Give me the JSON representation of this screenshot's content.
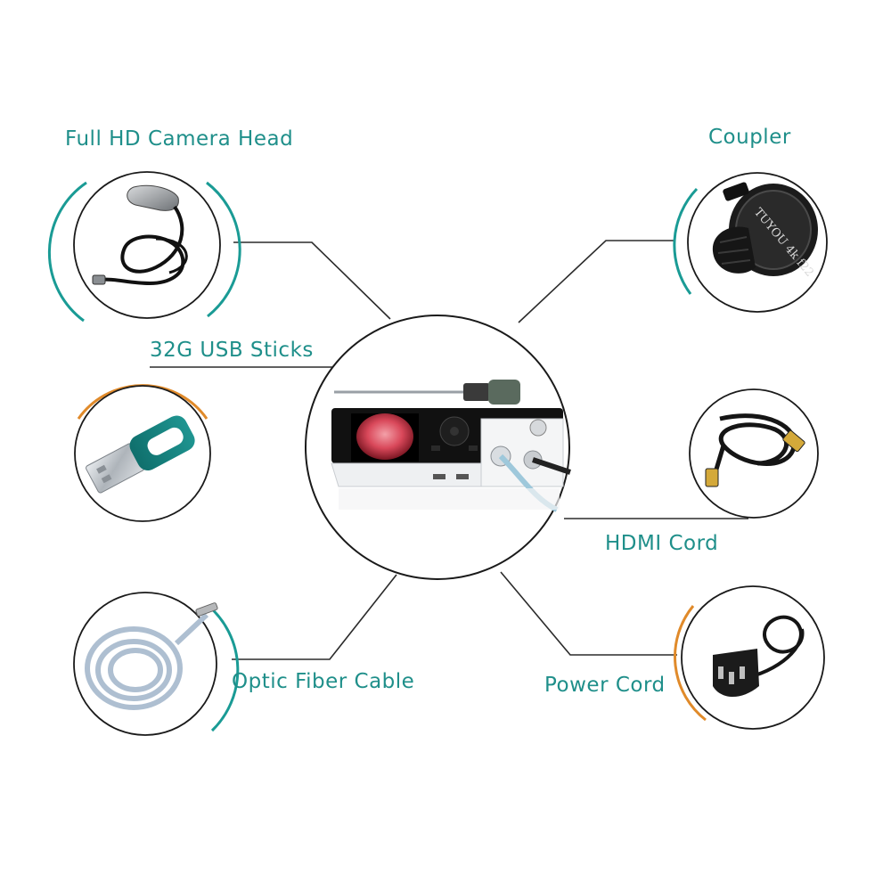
{
  "labels": {
    "camera_head": "Full HD Camera Head",
    "coupler": "Coupler",
    "usb_sticks": "32G USB Sticks",
    "hdmi_cord": "HDMI Cord",
    "optic_fiber_cable": "Optic Fiber Cable",
    "power_cord": "Power Cord"
  },
  "coupler_engraving": "TUYOU 4k f22",
  "colors": {
    "label_text": "#1f8f8a",
    "connector_line": "#2b2b2b",
    "circle_border": "#1a1a1a",
    "accent_teal": "#1a9b95",
    "accent_orange": "#e08a2a"
  }
}
